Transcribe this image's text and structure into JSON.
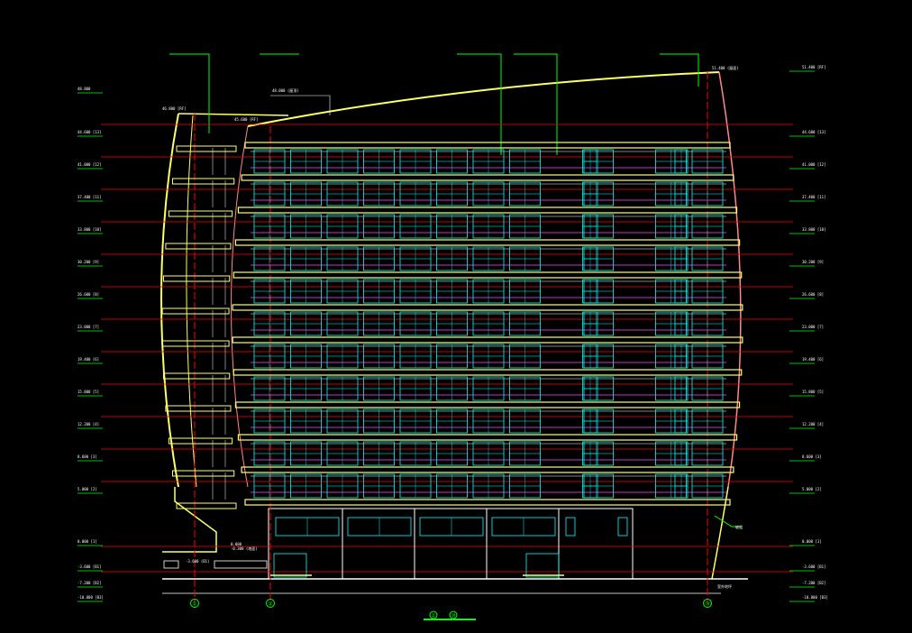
{
  "drawing": {
    "type": "building elevation (CAD)",
    "floors_upper": 11,
    "ground_floors": 1,
    "windows_per_row": 13,
    "colors": {
      "background": "#000000",
      "outline": "#ffff66",
      "level_line": "#ff0000",
      "window": "#00ffff",
      "sill": "#ff44ff",
      "leader": "#00ff00",
      "wall": "#ffffff"
    },
    "left_levels": [
      "48.800",
      "44.600 [13]",
      "41.000 [12]",
      "37.400 [11]",
      "33.800 [10]",
      "30.200 [9]",
      "26.600 [8]",
      "23.000 [7]",
      "19.400 [6]",
      "15.800 [5]",
      "12.200 [4]",
      "8.600 [3]",
      "5.000 [2]",
      "0.000 [1]",
      "-3.600 [B1]",
      "-7.200 [B2]",
      "-10.800 [B3]"
    ],
    "right_levels": [
      "51.400 [RF]",
      "44.600 [13]",
      "41.000 [12]",
      "37.400 [11]",
      "33.800 [10]",
      "30.200 [9]",
      "26.600 [8]",
      "23.000 [7]",
      "19.400 [6]",
      "15.800 [5]",
      "12.200 [4]",
      "8.600 [3]",
      "5.000 [2]",
      "0.000 [1]",
      "-3.600 [B1]",
      "-7.200 [B2]",
      "-10.800 [B3]"
    ],
    "top_notes": [
      "46.800 [RF]",
      "45.600 [RF]",
      "48.000 (屋顶)",
      "51.400 (屋面)"
    ],
    "low_notes": [
      "0.000",
      "-0.300 (地面)",
      "-3.600 (B1)",
      "室外地坪"
    ],
    "right_note": "坡道",
    "axis_labels": [
      "①",
      "②",
      "⑩"
    ],
    "title_marks": [
      "①",
      "⑩"
    ]
  }
}
